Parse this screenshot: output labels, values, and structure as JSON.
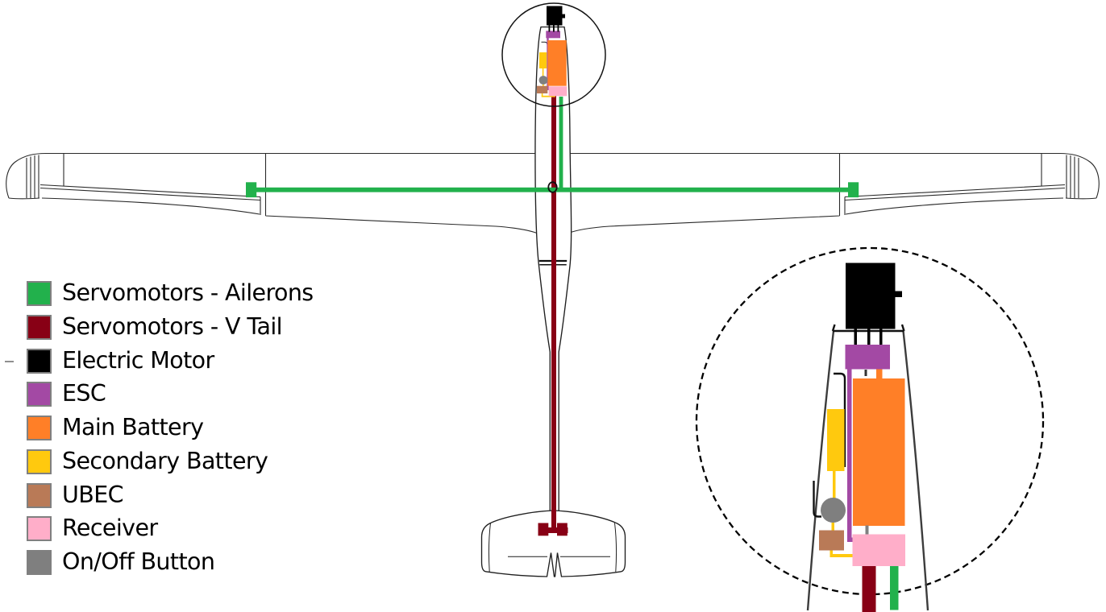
{
  "palette": {
    "c_green": "#22B14C",
    "c_darkred": "#880015",
    "c_black": "#000000",
    "c_purple": "#A349A4",
    "c_orange": "#FF7F27",
    "c_gold": "#FFC90E",
    "c_brown": "#B97A57",
    "c_pink": "#FFAEC9",
    "c_gray": "#7F7F7F",
    "swatch_border": "#808080",
    "outline": "#1F1F1F",
    "background": "#FFFFFF"
  },
  "legend": {
    "items": [
      {
        "label": "Servomotors - Ailerons",
        "color": "#22B14C",
        "icon": "green-swatch"
      },
      {
        "label": "Servomotors - V Tail",
        "color": "#880015",
        "icon": "dark-red-swatch"
      },
      {
        "label": "Electric Motor",
        "color": "#000000",
        "icon": "black-swatch"
      },
      {
        "label": "ESC",
        "color": "#A349A4",
        "icon": "purple-swatch"
      },
      {
        "label": "Main Battery",
        "color": "#FF7F27",
        "icon": "orange-swatch"
      },
      {
        "label": "Secondary Battery",
        "color": "#FFC90E",
        "icon": "gold-swatch"
      },
      {
        "label": "UBEC",
        "color": "#B97A57",
        "icon": "brown-swatch"
      },
      {
        "label": "Receiver",
        "color": "#FFAEC9",
        "icon": "pink-swatch"
      },
      {
        "label": "On/Off Button",
        "color": "#7F7F7F",
        "icon": "gray-swatch"
      }
    ]
  },
  "diagram": {
    "type": "uav-component-wiring-layout",
    "views": [
      {
        "name": "glider-top-view"
      },
      {
        "name": "nose-detail-inset-circle"
      }
    ]
  }
}
